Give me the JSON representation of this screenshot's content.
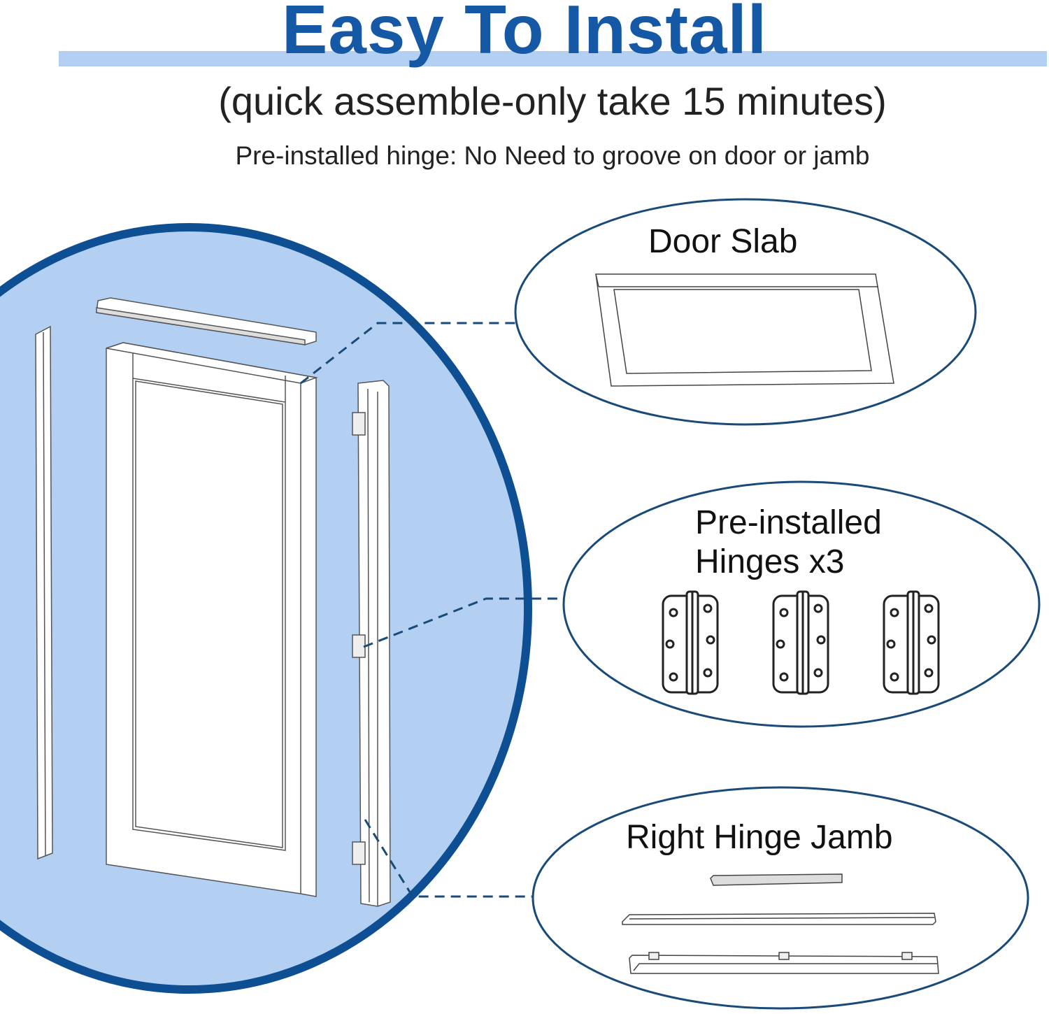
{
  "header": {
    "title": "Easy To Install",
    "subtitle": "(quick assemble-only take 15 minutes)",
    "note": "Pre-installed hinge: No Need to groove on door or jamb"
  },
  "callouts": [
    {
      "label": "Door Slab"
    },
    {
      "label_line1": "Pre-installed",
      "label_line2": "Hinges x3"
    },
    {
      "label": "Right Hinge Jamb"
    }
  ],
  "colors": {
    "title": "#1558a5",
    "circle_fill": "#b3d0f3",
    "circle_border": "#0e4f93",
    "ellipse_border": "#1a4a78",
    "leader": "#1a4a78"
  },
  "icons": [
    "door-slab-icon",
    "hinge-icon",
    "jamb-icon",
    "leader-line"
  ]
}
